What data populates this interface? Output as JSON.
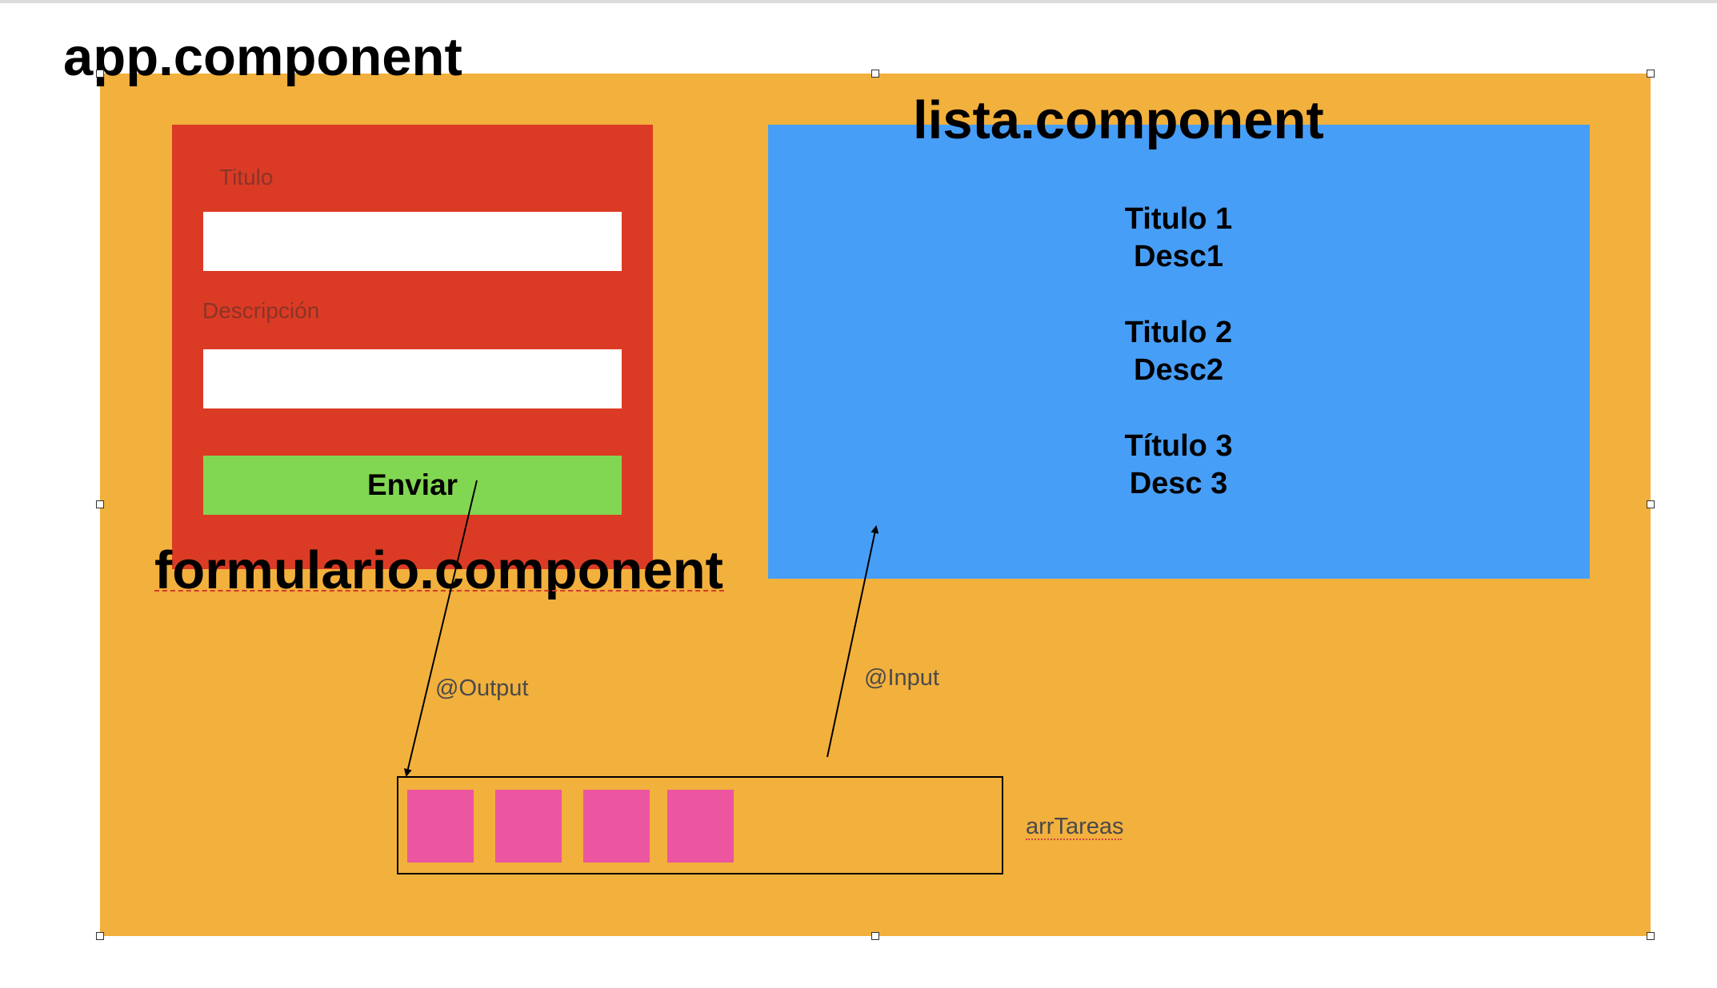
{
  "app": {
    "title": "app.component"
  },
  "formulario": {
    "title": "formulario.component",
    "titulo_label": "Titulo",
    "descripcion_label": "Descripción",
    "submit_label": "Enviar"
  },
  "lista": {
    "title": "lista.component",
    "items": [
      {
        "title": "Titulo 1",
        "desc": "Desc1"
      },
      {
        "title": "Titulo 2",
        "desc": "Desc2"
      },
      {
        "title": "Título 3",
        "desc": "Desc 3"
      }
    ]
  },
  "connections": {
    "output": "@Output",
    "input": "@Input"
  },
  "array": {
    "label": "arrTareas",
    "item_count": 4
  },
  "colors": {
    "app_bg": "#f2b03d",
    "form_bg": "#db3b25",
    "list_bg": "#479ef7",
    "button_bg": "#82d752",
    "array_item": "#ec55a0"
  }
}
